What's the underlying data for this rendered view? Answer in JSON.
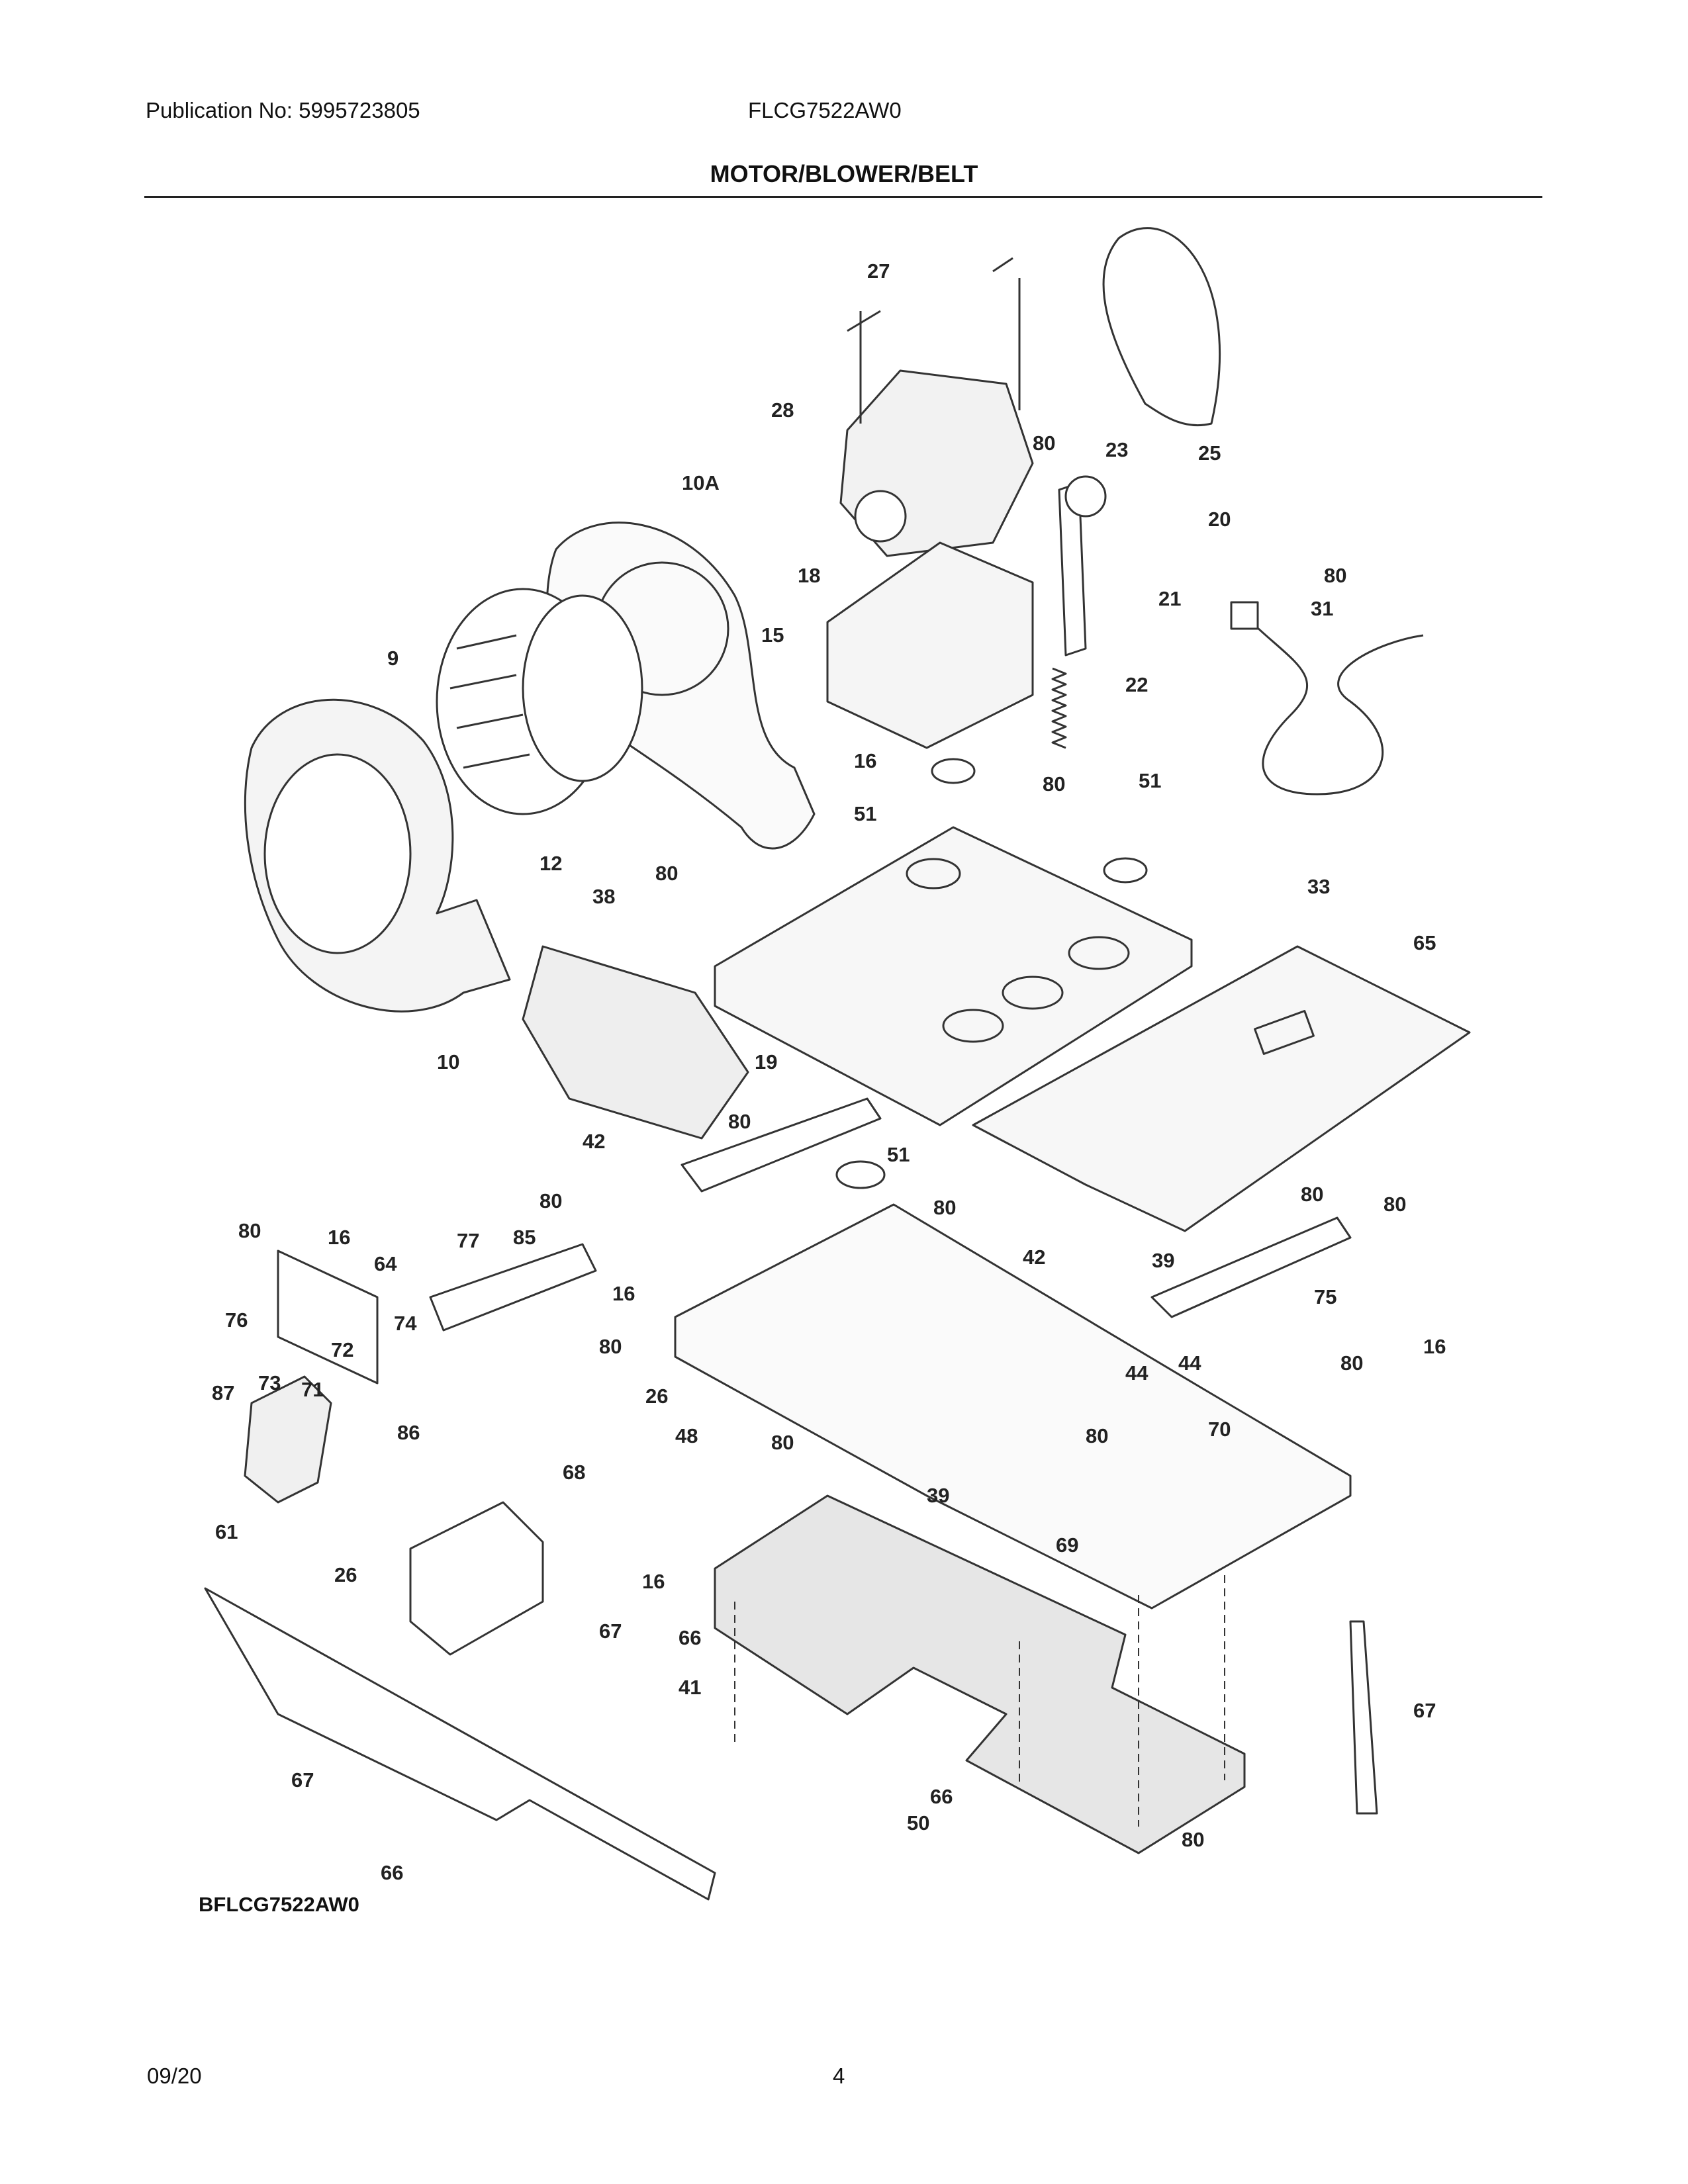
{
  "header": {
    "publication": "Publication No: 5995723805",
    "model": "FLCG7522AW0",
    "section_title": "MOTOR/BLOWER/BELT"
  },
  "diagram": {
    "code": "BFLCG7522AW0",
    "callouts": [
      "27",
      "28",
      "10A",
      "80",
      "23",
      "25",
      "20",
      "21",
      "18",
      "80",
      "31",
      "15",
      "9",
      "22",
      "16",
      "51",
      "80",
      "51",
      "12",
      "80",
      "33",
      "38",
      "65",
      "10",
      "19",
      "80",
      "42",
      "51",
      "80",
      "80",
      "80",
      "80",
      "80",
      "16",
      "77",
      "85",
      "64",
      "42",
      "39",
      "16",
      "76",
      "74",
      "80",
      "75",
      "72",
      "73",
      "71",
      "87",
      "26",
      "48",
      "80",
      "44",
      "44",
      "80",
      "16",
      "86",
      "68",
      "39",
      "80",
      "70",
      "61",
      "26",
      "69",
      "16",
      "67",
      "66",
      "41",
      "67",
      "66",
      "50",
      "67",
      "80",
      "66"
    ]
  },
  "footer": {
    "date": "09/20",
    "page": "4"
  }
}
